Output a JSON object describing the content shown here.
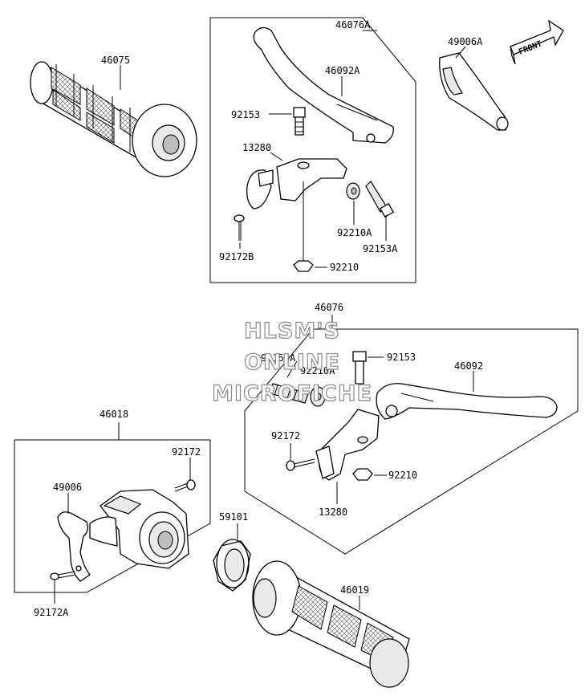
{
  "watermark": {
    "line1": "HLSM'S",
    "line2": "ONLINE",
    "line3": "MICROFICHE"
  },
  "front_arrow": {
    "label": "FRONT"
  },
  "labels": {
    "p46075": "46075",
    "p46076A": "46076A",
    "p46092A": "46092A",
    "p49006A": "49006A",
    "p92153_top": "92153",
    "p13280_top": "13280",
    "p92210A_top": "92210A",
    "p92153A_top": "92153A",
    "p92172B": "92172B",
    "p92210_top": "92210",
    "p46076": "46076",
    "p92153A_mid": "92153A",
    "p92210A_mid": "92210A",
    "p92153_mid": "92153",
    "p46092": "46092",
    "p92172_mid": "92172",
    "p92210_mid": "92210",
    "p13280_mid": "13280",
    "p46018": "46018",
    "p92172_left": "92172",
    "p49006": "49006",
    "p92172A": "92172A",
    "p59101": "59101",
    "p46019": "46019"
  }
}
